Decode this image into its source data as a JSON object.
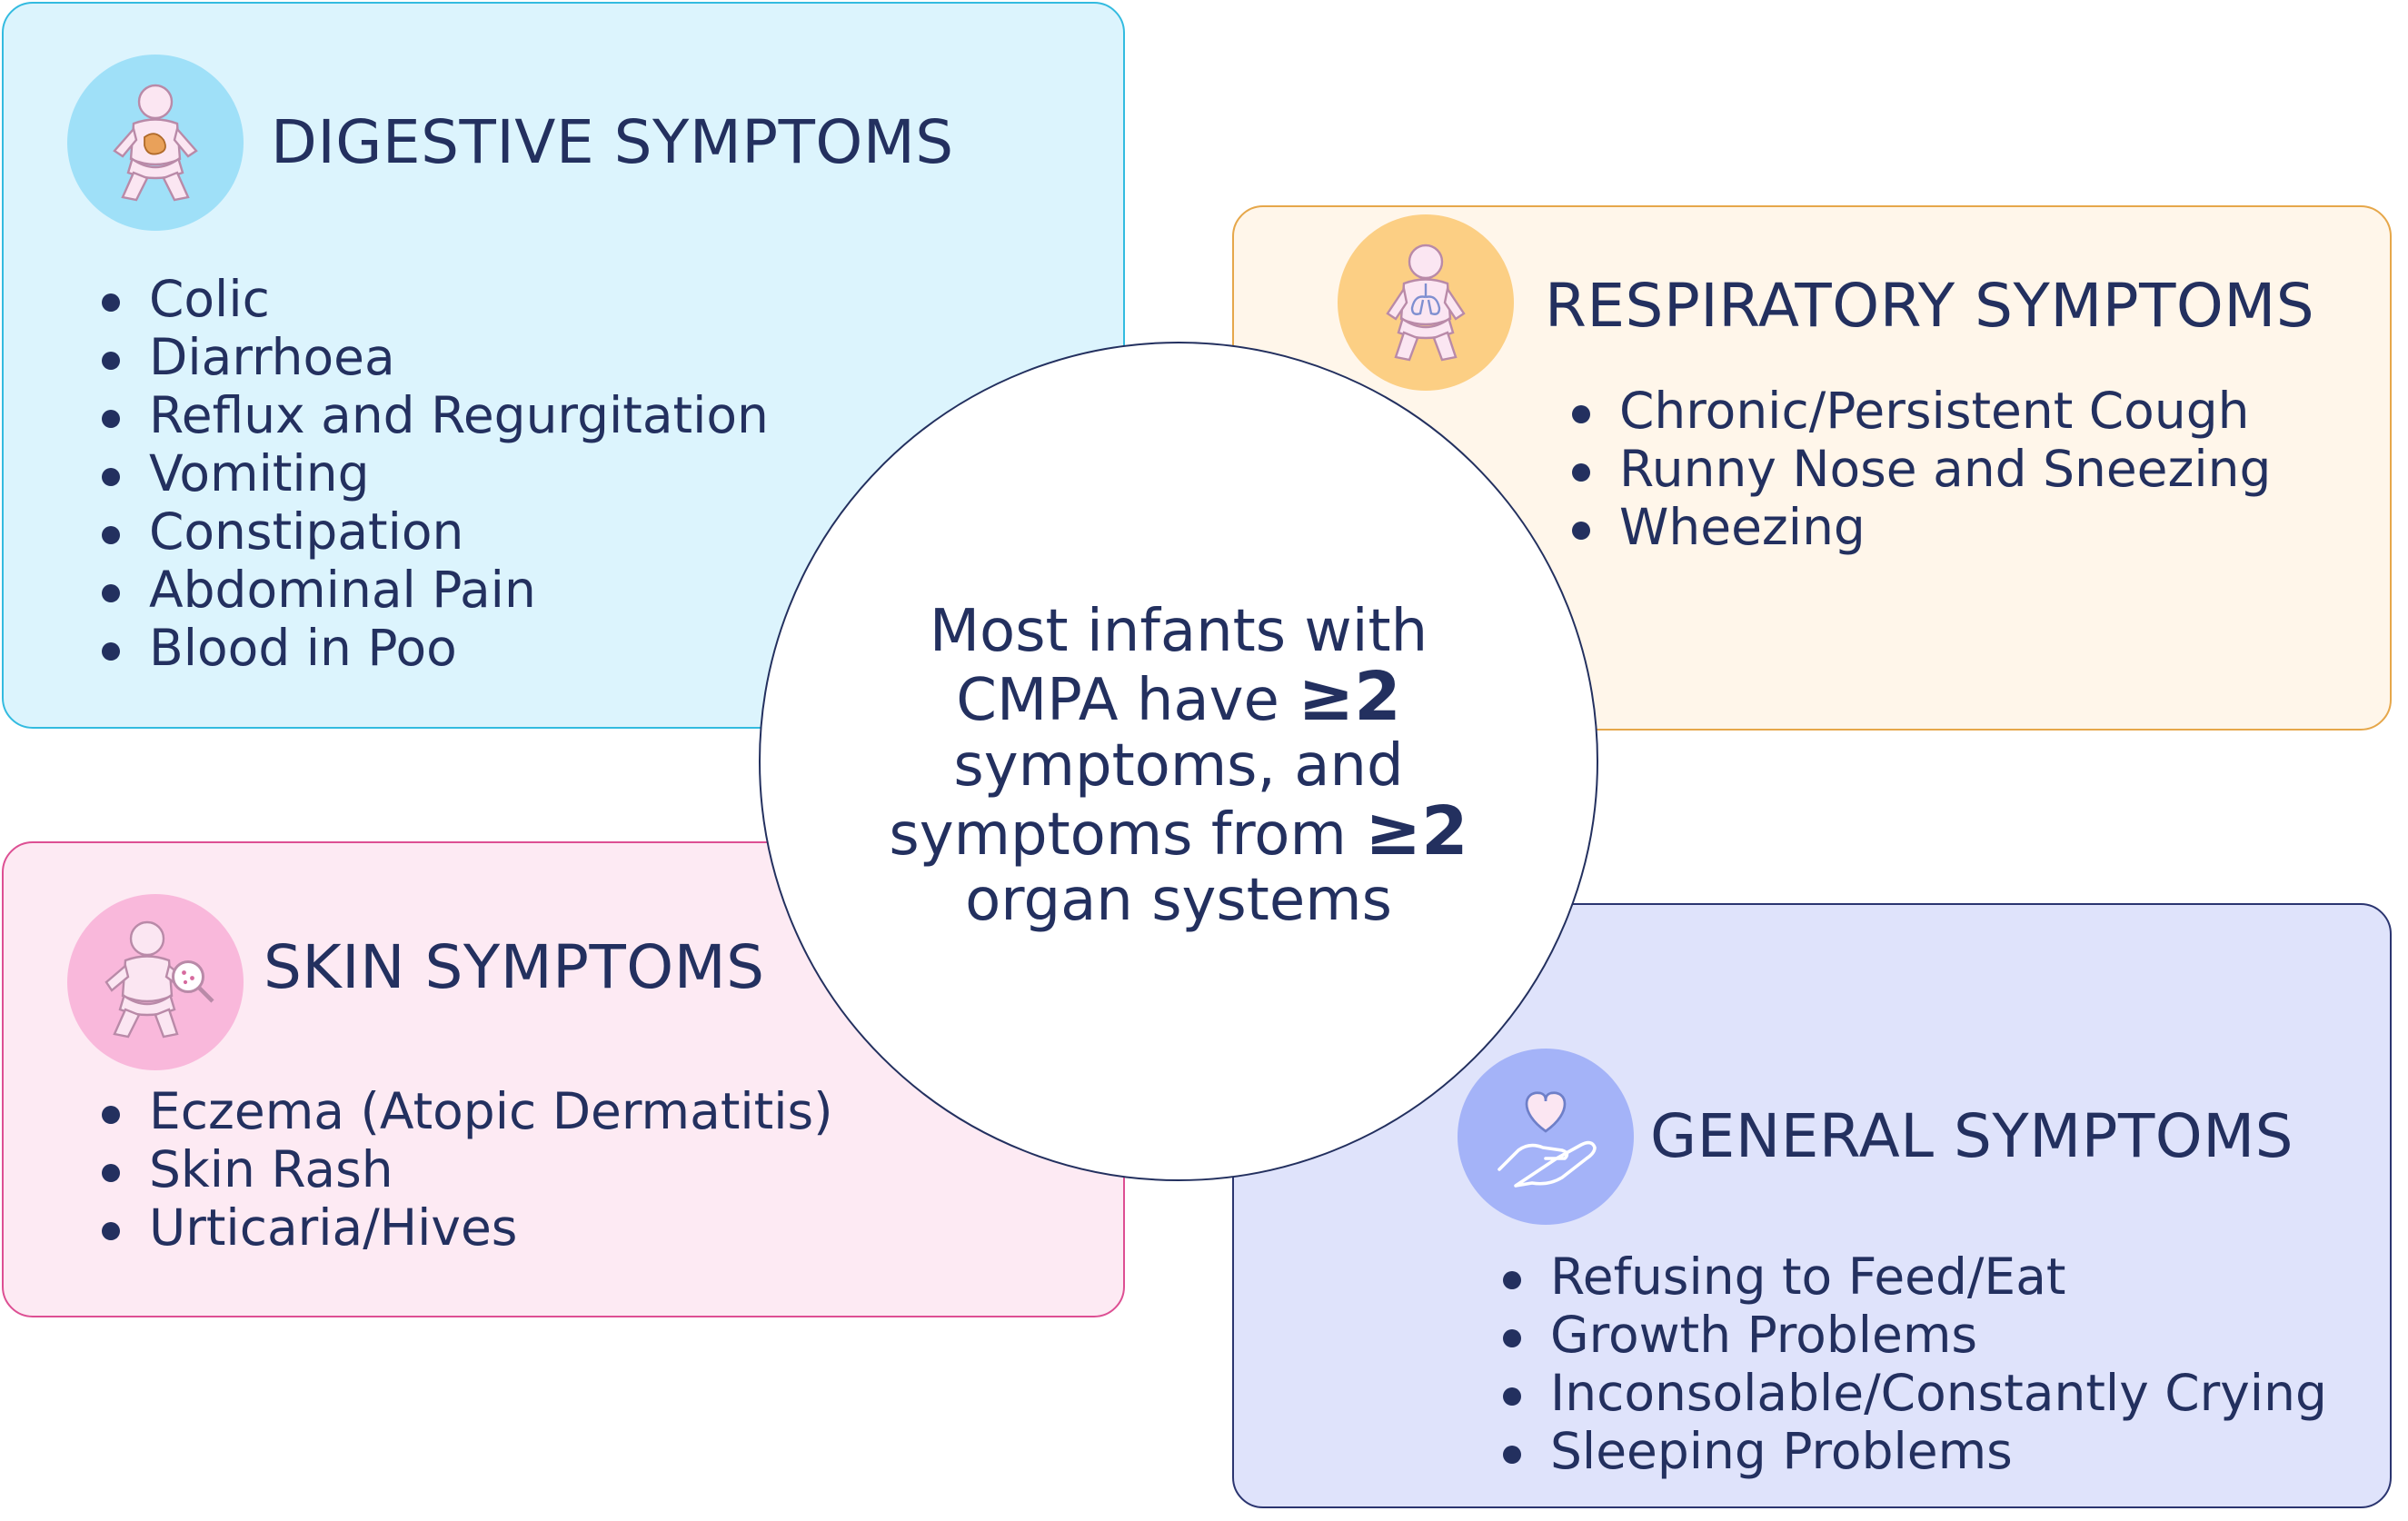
{
  "colors": {
    "text": "#23305f",
    "digestive_bg": "#dcf4fd",
    "digestive_border": "#33bbe0",
    "digestive_icon": "#9fe0f8",
    "respiratory_bg": "#fff6ea",
    "respiratory_border": "#e6a74a",
    "respiratory_icon": "#fccf84",
    "skin_bg": "#fdeaf3",
    "skin_border": "#dd4f93",
    "skin_icon": "#f9b8db",
    "general_bg": "#dfe3fb",
    "general_border": "#2b3570",
    "general_icon": "#a4b3f8"
  },
  "center": {
    "line1": "Most infants with",
    "line2_pre": "CMPA have ",
    "line2_bold": "≥2",
    "line3": "symptoms, and",
    "line4_pre": "symptoms from ",
    "line4_bold": "≥2",
    "line5": "organ systems"
  },
  "panels": {
    "digestive": {
      "title": "DIGESTIVE SYMPTOMS",
      "icon": "baby-stomach-icon",
      "items": [
        "Colic",
        "Diarrhoea",
        "Reflux and Regurgitation",
        "Vomiting",
        "Constipation",
        "Abdominal Pain",
        "Blood in Poo"
      ]
    },
    "respiratory": {
      "title": "RESPIRATORY SYMPTOMS",
      "icon": "baby-lungs-icon",
      "items": [
        "Chronic/Persistent Cough",
        "Runny Nose and Sneezing",
        "Wheezing"
      ]
    },
    "skin": {
      "title": "SKIN SYMPTOMS",
      "icon": "baby-skin-magnifier-icon",
      "items": [
        "Eczema (Atopic Dermatitis)",
        "Skin Rash",
        "Urticaria/Hives"
      ]
    },
    "general": {
      "title": "GENERAL SYMPTOMS",
      "icon": "heart-in-hand-icon",
      "items": [
        "Refusing to Feed/Eat",
        "Growth Problems",
        "Inconsolable/Constantly Crying",
        "Sleeping Problems"
      ]
    }
  }
}
